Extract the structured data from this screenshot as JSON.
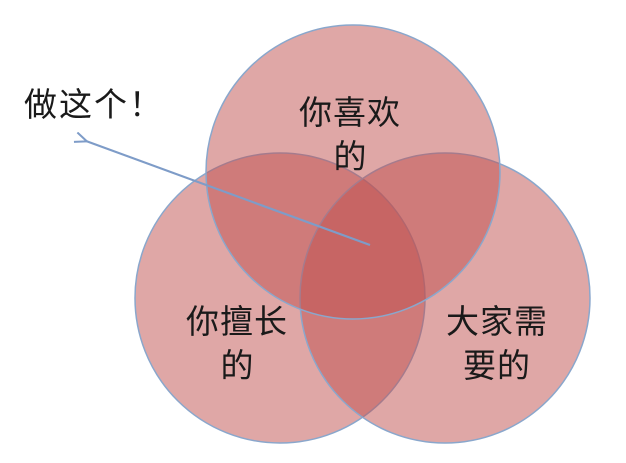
{
  "callout": {
    "text": "做这个！"
  },
  "circles": [
    {
      "id": "like",
      "lines": [
        "你喜欢",
        "的"
      ]
    },
    {
      "id": "good-at",
      "lines": [
        "你擅长",
        "的"
      ]
    },
    {
      "id": "needed",
      "lines": [
        "大家需",
        "要的"
      ]
    }
  ],
  "colors": {
    "circle_fill": "#c0504d",
    "circle_stroke": "#8aa7cc",
    "arrow": "#7e9cc8",
    "text": "#1a1a1a",
    "background": "#ffffff"
  }
}
